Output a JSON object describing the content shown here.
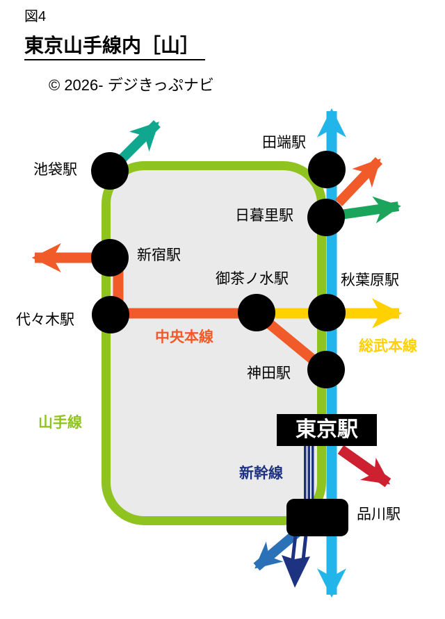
{
  "header": {
    "figure_label": "図4",
    "title": "東京山手線内［山］",
    "copyright": "© 2026- デジきっぷナビ"
  },
  "stations": {
    "ikebukuro": "池袋駅",
    "tabata": "田端駅",
    "nippori": "日暮里駅",
    "shinjuku": "新宿駅",
    "yoyogi": "代々木駅",
    "ochanomizu": "御茶ノ水駅",
    "akihabara": "秋葉原駅",
    "kanda": "神田駅",
    "tokyo": "東京駅",
    "shinagawa": "品川駅"
  },
  "line_labels": {
    "yamanote": "山手線",
    "chuo": "中央本線",
    "sobu": "総武本線",
    "shinkansen": "新幹線"
  },
  "colors": {
    "yamanote_green": "#8fc31f",
    "loop_fill": "#eaeaea",
    "keihin_tohoku_cyan": "#22b5e9",
    "chuo_orange": "#f15a29",
    "sobu_yellow": "#ffd100",
    "ikebukuro_teal_arrow": "#0fa78e",
    "nippori_green_arrow": "#1ba55c",
    "tokyo_red_arrow": "#cd2031",
    "shinagawa_blue_arrow": "#2b71b8",
    "shinkansen_navy": "#1e3282",
    "station_black": "#000000"
  }
}
